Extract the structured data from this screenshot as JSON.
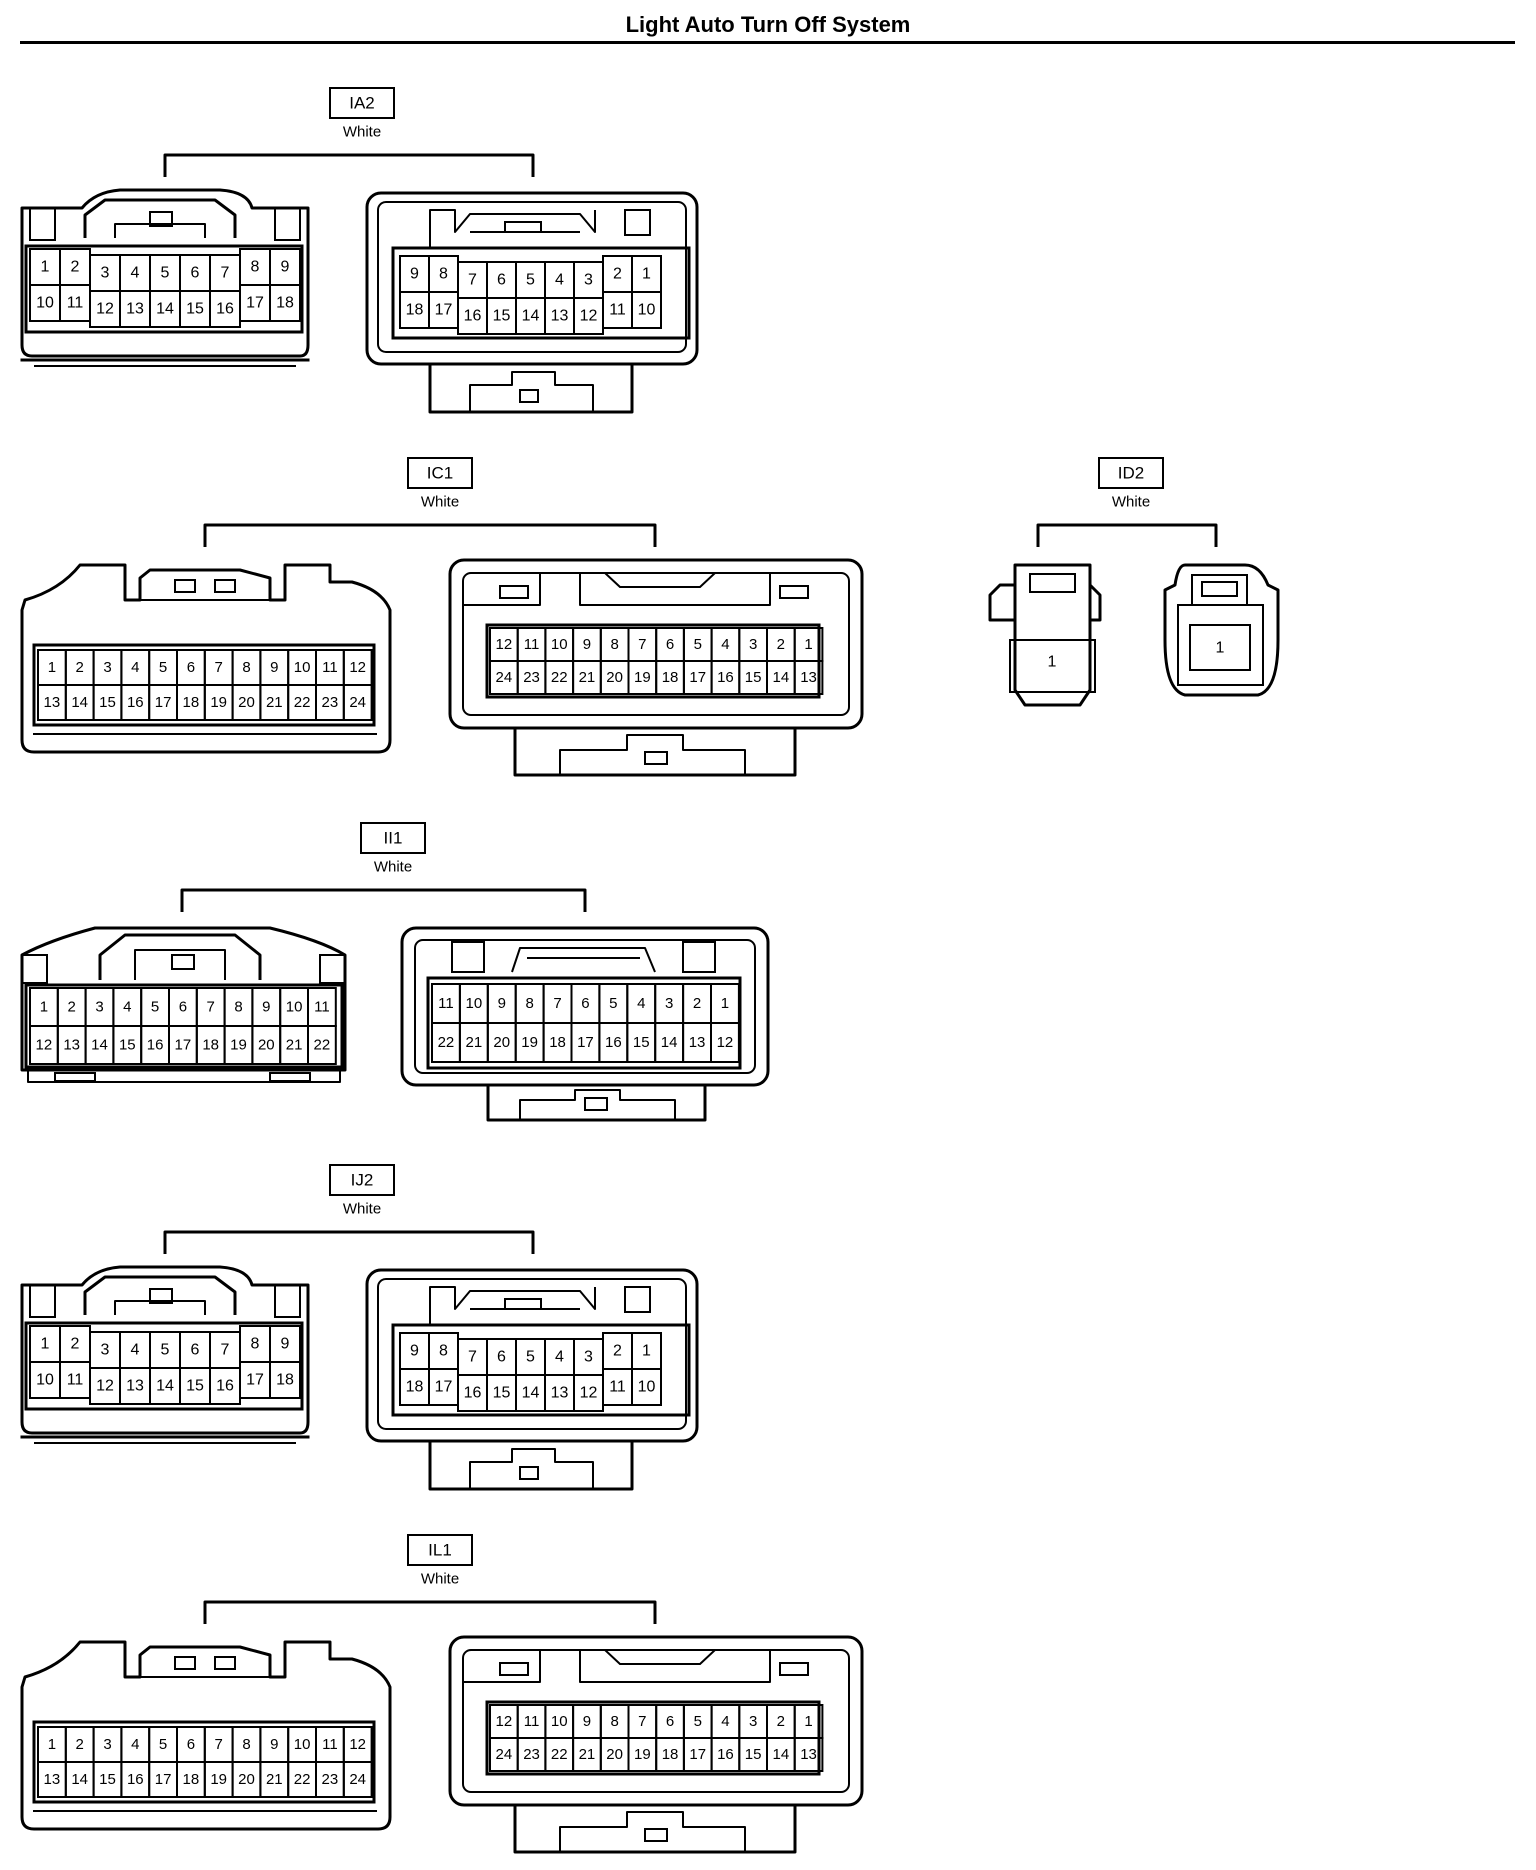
{
  "page": {
    "title": "Light Auto Turn Off System"
  },
  "connectors": [
    {
      "id": "IA2",
      "color": "White",
      "style": "A",
      "female": {
        "rows": [
          [
            "1",
            "2",
            "3",
            "4",
            "5",
            "6",
            "7",
            "8",
            "9"
          ],
          [
            "10",
            "11",
            "12",
            "13",
            "14",
            "15",
            "16",
            "17",
            "18"
          ]
        ]
      },
      "male": {
        "rows": [
          [
            "9",
            "8",
            "7",
            "6",
            "5",
            "4",
            "3",
            "2",
            "1"
          ],
          [
            "18",
            "17",
            "16",
            "15",
            "14",
            "13",
            "12",
            "11",
            "10"
          ]
        ]
      }
    },
    {
      "id": "IC1",
      "color": "White",
      "style": "C",
      "female": {
        "rows": [
          [
            "1",
            "2",
            "3",
            "4",
            "5",
            "6",
            "7",
            "8",
            "9",
            "10",
            "11",
            "12"
          ],
          [
            "13",
            "14",
            "15",
            "16",
            "17",
            "18",
            "19",
            "20",
            "21",
            "22",
            "23",
            "24"
          ]
        ]
      },
      "male": {
        "rows": [
          [
            "12",
            "11",
            "10",
            "9",
            "8",
            "7",
            "6",
            "5",
            "4",
            "3",
            "2",
            "1"
          ],
          [
            "24",
            "23",
            "22",
            "21",
            "20",
            "19",
            "18",
            "17",
            "16",
            "15",
            "14",
            "13"
          ]
        ]
      }
    },
    {
      "id": "ID2",
      "color": "White",
      "style": "D",
      "female": {
        "rows": [
          [
            "1"
          ]
        ]
      },
      "male": {
        "rows": [
          [
            "1"
          ]
        ]
      }
    },
    {
      "id": "II1",
      "color": "White",
      "style": "I",
      "female": {
        "rows": [
          [
            "1",
            "2",
            "3",
            "4",
            "5",
            "6",
            "7",
            "8",
            "9",
            "10",
            "11"
          ],
          [
            "12",
            "13",
            "14",
            "15",
            "16",
            "17",
            "18",
            "19",
            "20",
            "21",
            "22"
          ]
        ]
      },
      "male": {
        "rows": [
          [
            "11",
            "10",
            "9",
            "8",
            "7",
            "6",
            "5",
            "4",
            "3",
            "2",
            "1"
          ],
          [
            "22",
            "21",
            "20",
            "19",
            "18",
            "17",
            "16",
            "15",
            "14",
            "13",
            "12"
          ]
        ]
      }
    },
    {
      "id": "IJ2",
      "color": "White",
      "style": "A",
      "female": {
        "rows": [
          [
            "1",
            "2",
            "3",
            "4",
            "5",
            "6",
            "7",
            "8",
            "9"
          ],
          [
            "10",
            "11",
            "12",
            "13",
            "14",
            "15",
            "16",
            "17",
            "18"
          ]
        ]
      },
      "male": {
        "rows": [
          [
            "9",
            "8",
            "7",
            "6",
            "5",
            "4",
            "3",
            "2",
            "1"
          ],
          [
            "18",
            "17",
            "16",
            "15",
            "14",
            "13",
            "12",
            "11",
            "10"
          ]
        ]
      }
    },
    {
      "id": "IL1",
      "color": "White",
      "style": "C",
      "female": {
        "rows": [
          [
            "1",
            "2",
            "3",
            "4",
            "5",
            "6",
            "7",
            "8",
            "9",
            "10",
            "11",
            "12"
          ],
          [
            "13",
            "14",
            "15",
            "16",
            "17",
            "18",
            "19",
            "20",
            "21",
            "22",
            "23",
            "24"
          ]
        ]
      },
      "male": {
        "rows": [
          [
            "12",
            "11",
            "10",
            "9",
            "8",
            "7",
            "6",
            "5",
            "4",
            "3",
            "2",
            "1"
          ],
          [
            "24",
            "23",
            "22",
            "21",
            "20",
            "19",
            "18",
            "17",
            "16",
            "15",
            "14",
            "13"
          ]
        ]
      }
    }
  ]
}
